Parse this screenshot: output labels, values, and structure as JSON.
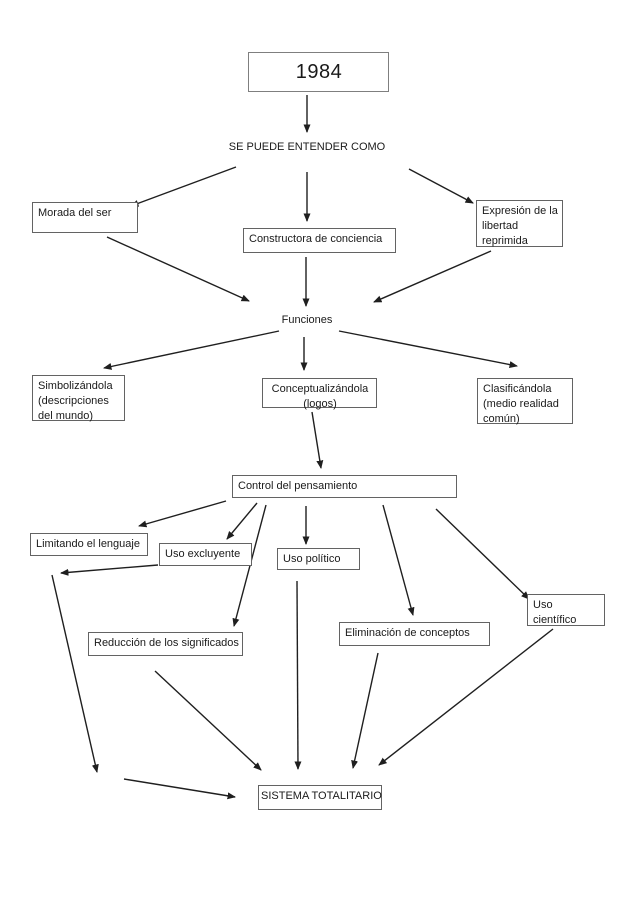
{
  "colors": {
    "background": "#ffffff",
    "box_border": "#636363",
    "title_box_border": "#7f7f7f",
    "arrow": "#1f1f1f",
    "text": "#1a1a1a"
  },
  "diagram": {
    "title": "1984",
    "labels": {
      "entender": "SE PUEDE ENTENDER COMO",
      "funciones": "Funciones"
    },
    "nodes": {
      "morada": "Morada del ser",
      "constructora": "Constructora de conciencia",
      "expresion": "Expresión de la\nlibertad\nreprimida",
      "simbolizandola": "Simbolizándola\n(descripciones\ndel mundo)",
      "conceptualizandola": "Conceptualizándola\n(logos)",
      "clasificandola": "Clasificándola\n(medio realidad\ncomún)",
      "control": "Control del pensamiento",
      "limitando": "Limitando el lenguaje",
      "uso_excluyente": "Uso excluyente",
      "uso_politico": "Uso político",
      "uso_cientifico": "Uso\ncientífico",
      "eliminacion": "Eliminación de conceptos",
      "reduccion": "Reducción de los significados",
      "sistema": "SISTEMA TOTALITARIO"
    }
  }
}
